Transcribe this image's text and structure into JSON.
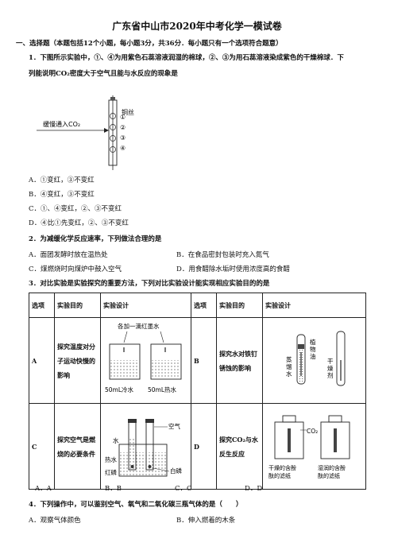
{
  "title": "广东省中山市2020年中考化学一模试卷",
  "section1": "一、选择题（本题包括12个小题，每小题3分，共36分．每小题只有一个选项符合题意）",
  "q1": {
    "line1": "1．下图所示实验中，①、④为用紫色石蕊溶液润湿的棉球，②、③为用石蕊溶液染成紫色的干燥棉球．下",
    "line2": "列能说明CO₂密度大于空气且能与水反应的现象是",
    "figure": {
      "inlet": "缓慢通入CO₂",
      "wire": "铜丝",
      "labels": [
        "①",
        "②",
        "③",
        "④"
      ]
    },
    "options": [
      "A．①变红，③不变红",
      "B．④变红，③不变红",
      "C．①、④变红，②、③不变红",
      "D．④比①先变红，②、③不变红"
    ]
  },
  "q2": {
    "stem": "2．为减缓化学反应速率，下列做法合理的是",
    "options": [
      "A．面团发酵时放在温热处",
      "B．在食品密封包装时充入氮气",
      "C．煤燃烧时向煤炉中鼓入空气",
      "D．用食醋除水垢时使用浓度高的食醋"
    ]
  },
  "q3": {
    "stem": "3．对比实验是实验探究的重要方法，下列对比实验设计能实现相应实验目的的是",
    "headers": [
      "选项",
      "实验目的",
      "实验设计",
      "选项",
      "实验目的",
      "实验设计"
    ],
    "rows": [
      {
        "opt1": "A",
        "aim1": "探究温度对分子运动快慢的影响",
        "opt2": "B",
        "aim2": "探究水对铁钉锈蚀的影响",
        "figA": {
          "top": "各加一滴红墨水",
          "left": "50mL冷水",
          "right": "50mL热水"
        },
        "figB": {
          "oil1": "植",
          "oil2": "物",
          "oil3": "油",
          "water1": "蒸",
          "water2": "馏",
          "water3": "水",
          "dry1": "干",
          "dry2": "燥",
          "dry3": "剂"
        }
      },
      {
        "opt1": "C",
        "aim1": "探究空气是燃烧的必要条件",
        "opt2": "D",
        "aim2": "探究CO₂与水反生反应",
        "figC": {
          "air": "空气",
          "water": "水",
          "hot": "热水",
          "red": "红磷",
          "white": "白磷"
        },
        "figD": {
          "gas": "CO₂",
          "left1": "干燥的含酚",
          "left2": "酞的滤纸",
          "right1": "湿润的含酚",
          "right2": "酞的滤纸"
        }
      }
    ],
    "options": [
      "A．A",
      "B．B",
      "C．C",
      "D．D"
    ]
  },
  "q4": {
    "stem": "4．下列操作中，可以鉴别空气、氧气和二氧化碳三瓶气体的是（　　）",
    "options": [
      "A．观察气体颜色",
      "B．伸入燃着的木条"
    ]
  }
}
